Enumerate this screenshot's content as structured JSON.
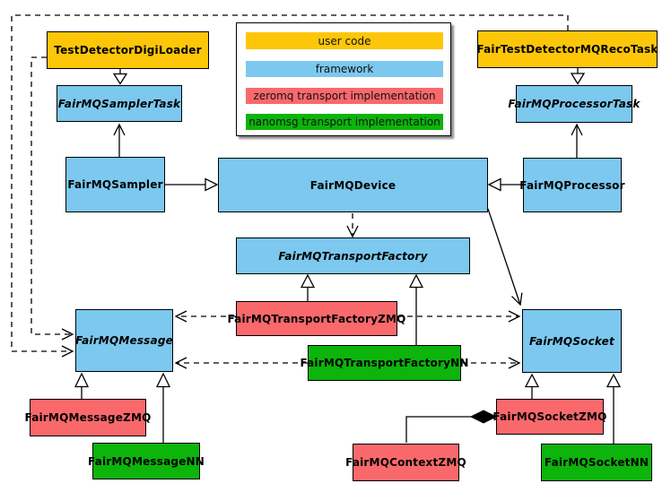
{
  "legend": {
    "items": [
      {
        "label": "user code",
        "color": "#FDC608"
      },
      {
        "label": "framework",
        "color": "#7CC8EF"
      },
      {
        "label": "zeromq transport implementation",
        "color": "#F9696C"
      },
      {
        "label": "nanomsg transport implementation",
        "color": "#0CB40C"
      }
    ]
  },
  "colors": {
    "user_code": "#FDC608",
    "framework": "#7CC8EF",
    "zeromq": "#F9696C",
    "nanomsg": "#0CB40C",
    "border": "#000000",
    "background": "#FFFFFF"
  },
  "nodes": {
    "test_detector_digi_loader": {
      "label": "TestDetectorDigiLoader",
      "category": "user code",
      "abstract": false
    },
    "fair_test_detector_mq_reco_task": {
      "label": "FairTestDetectorMQRecoTask",
      "category": "user code",
      "abstract": false
    },
    "fair_mq_sampler_task": {
      "label": "FairMQSamplerTask",
      "category": "framework",
      "abstract": true
    },
    "fair_mq_processor_task": {
      "label": "FairMQProcessorTask",
      "category": "framework",
      "abstract": true
    },
    "fair_mq_sampler": {
      "label": "FairMQSampler",
      "category": "framework",
      "abstract": false
    },
    "fair_mq_device": {
      "label": "FairMQDevice",
      "category": "framework",
      "abstract": false
    },
    "fair_mq_processor": {
      "label": "FairMQProcessor",
      "category": "framework",
      "abstract": false
    },
    "fair_mq_transport_factory": {
      "label": "FairMQTransportFactory",
      "category": "framework",
      "abstract": true
    },
    "fair_mq_transport_factory_zmq": {
      "label": "FairMQTransportFactoryZMQ",
      "category": "zeromq transport implementation",
      "abstract": false
    },
    "fair_mq_transport_factory_nn": {
      "label": "FairMQTransportFactoryNN",
      "category": "nanomsg transport implementation",
      "abstract": false
    },
    "fair_mq_message": {
      "label": "FairMQMessage",
      "category": "framework",
      "abstract": true
    },
    "fair_mq_socket": {
      "label": "FairMQSocket",
      "category": "framework",
      "abstract": true
    },
    "fair_mq_message_zmq": {
      "label": "FairMQMessageZMQ",
      "category": "zeromq transport implementation",
      "abstract": false
    },
    "fair_mq_message_nn": {
      "label": "FairMQMessageNN",
      "category": "nanomsg transport implementation",
      "abstract": false
    },
    "fair_mq_context_zmq": {
      "label": "FairMQContextZMQ",
      "category": "zeromq transport implementation",
      "abstract": false
    },
    "fair_mq_socket_zmq": {
      "label": "FairMQSocketZMQ",
      "category": "zeromq transport implementation",
      "abstract": false
    },
    "fair_mq_socket_nn": {
      "label": "FairMQSocketNN",
      "category": "nanomsg transport implementation",
      "abstract": false
    }
  },
  "edges": [
    {
      "from": "test_detector_digi_loader",
      "to": "fair_mq_sampler_task",
      "type": "inheritance"
    },
    {
      "from": "fair_test_detector_mq_reco_task",
      "to": "fair_mq_processor_task",
      "type": "inheritance"
    },
    {
      "from": "fair_mq_sampler",
      "to": "fair_mq_sampler_task",
      "type": "association"
    },
    {
      "from": "fair_mq_processor",
      "to": "fair_mq_processor_task",
      "type": "association"
    },
    {
      "from": "fair_mq_sampler",
      "to": "fair_mq_device",
      "type": "inheritance"
    },
    {
      "from": "fair_mq_processor",
      "to": "fair_mq_device",
      "type": "inheritance"
    },
    {
      "from": "fair_mq_device",
      "to": "fair_mq_transport_factory",
      "type": "dependency"
    },
    {
      "from": "fair_mq_device",
      "to": "fair_mq_socket",
      "type": "association"
    },
    {
      "from": "test_detector_digi_loader",
      "to": "fair_mq_message",
      "type": "dependency"
    },
    {
      "from": "fair_test_detector_mq_reco_task",
      "to": "fair_mq_message",
      "type": "dependency"
    },
    {
      "from": "fair_mq_transport_factory_zmq",
      "to": "fair_mq_transport_factory",
      "type": "inheritance"
    },
    {
      "from": "fair_mq_transport_factory_nn",
      "to": "fair_mq_transport_factory",
      "type": "inheritance"
    },
    {
      "from": "fair_mq_transport_factory_zmq",
      "to": "fair_mq_message",
      "type": "dependency"
    },
    {
      "from": "fair_mq_transport_factory_zmq",
      "to": "fair_mq_socket",
      "type": "dependency"
    },
    {
      "from": "fair_mq_transport_factory_nn",
      "to": "fair_mq_message",
      "type": "dependency"
    },
    {
      "from": "fair_mq_transport_factory_nn",
      "to": "fair_mq_socket",
      "type": "dependency"
    },
    {
      "from": "fair_mq_message_zmq",
      "to": "fair_mq_message",
      "type": "inheritance"
    },
    {
      "from": "fair_mq_message_nn",
      "to": "fair_mq_message",
      "type": "inheritance"
    },
    {
      "from": "fair_mq_socket_zmq",
      "to": "fair_mq_socket",
      "type": "inheritance"
    },
    {
      "from": "fair_mq_socket_nn",
      "to": "fair_mq_socket",
      "type": "inheritance"
    },
    {
      "from": "fair_mq_context_zmq",
      "to": "fair_mq_socket_zmq",
      "type": "composition"
    }
  ]
}
